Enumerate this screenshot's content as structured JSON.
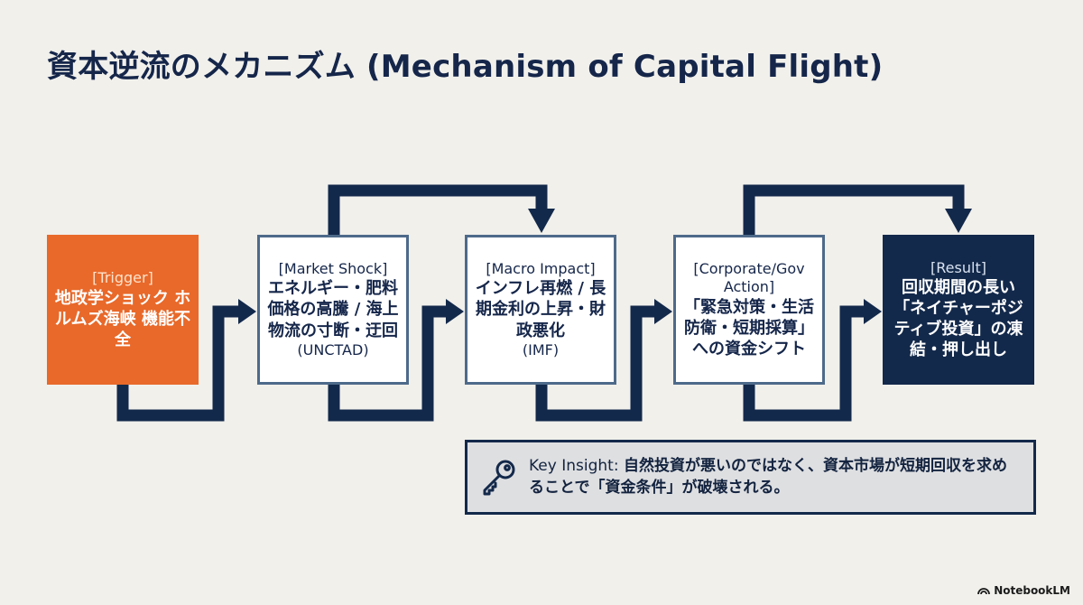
{
  "title": "資本逆流のメカニズム (Mechanism of Capital Flight)",
  "boxes": [
    {
      "tag": "[Trigger]",
      "main": "地政学ショック ホルムズ海峡 機能不全",
      "note": ""
    },
    {
      "tag": "[Market Shock]",
      "main": "エネルギー・肥料価格の高騰 / 海上物流の寸断・迂回",
      "note": "(UNCTAD)"
    },
    {
      "tag": "[Macro Impact]",
      "main": "インフレ再燃 / 長期金利の上昇・財政悪化",
      "note": "(IMF)"
    },
    {
      "tag": "[Corporate/Gov Action]",
      "main": "「緊急対策・生活防衛・短期採算」への資金シフト",
      "note": ""
    },
    {
      "tag": "[Result]",
      "main": "回収期間の長い「ネイチャーポジティブ投資」の凍結・押し出し",
      "note": ""
    }
  ],
  "insight": {
    "lead": "Key Insight: ",
    "text": "自然投資が悪いのではなく、資本市場が短期回収を求めることで「資金条件」が破壊される。",
    "icon": "key-icon"
  },
  "brand": "NotebookLM",
  "colors": {
    "background": "#f1f0eb",
    "navy": "#13294b",
    "orange": "#e8692a",
    "box_border": "#4e6a8a",
    "insight_bg": "#dedfe1"
  }
}
